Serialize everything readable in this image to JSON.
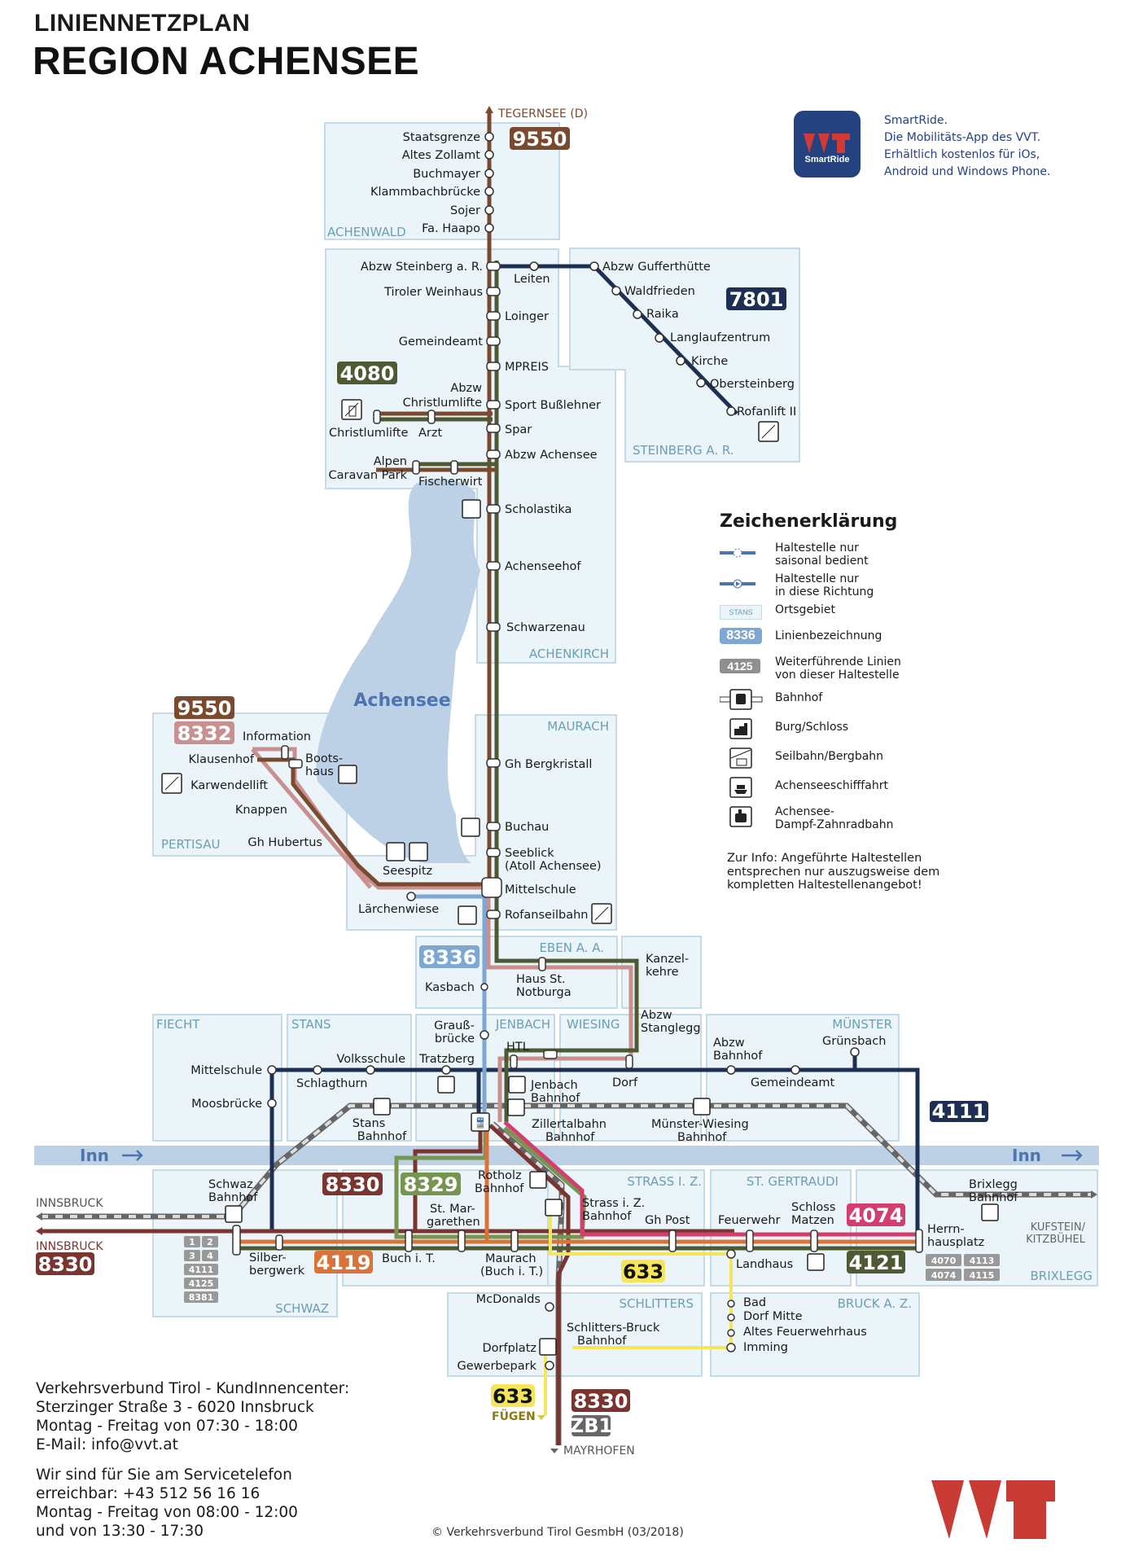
{
  "header": {
    "title_line1": "LINIENNETZPLAN",
    "title_line2": "REGION ACHENSEE"
  },
  "app_promo": {
    "icon_label": "SmartRide",
    "lines": [
      "SmartRide.",
      "Die Mobilitäts-App des VVT.",
      "Erhältlich kostenlos für iOs,",
      "Android und Windows Phone."
    ]
  },
  "colors": {
    "line_9550": "#7a4a2e",
    "line_8332": "#c99090",
    "line_4080": "#4e5a34",
    "line_7801": "#1d2f52",
    "line_8336": "#7fa7d4",
    "line_8330": "#7a3530",
    "line_8329": "#76954e",
    "line_4119": "#d9733a",
    "line_4074": "#d23f6e",
    "line_4121": "#4e5a34",
    "line_4111": "#1d2f52",
    "line_633": "#f5e55a",
    "rail": "#777777",
    "area_fill": "#eaf4f9",
    "area_border": "#c3dbe9",
    "area_label": "#6a9fb5",
    "lake": "#bcd1e6",
    "brand_red": "#c83a34",
    "app_blue": "#23427f"
  },
  "destinations": {
    "tegernsee": "TEGERNSEE (D)",
    "innsbruck_rail": "INNSBRUCK",
    "innsbruck_bus": "INNSBRUCK",
    "kufstein": "KUFSTEIN/",
    "kitzbuehel": "KITZBÜHEL",
    "mayrhofen": "MAYRHOFEN",
    "fuegen": "FÜGEN"
  },
  "river": {
    "name": "Inn"
  },
  "lake": {
    "name": "Achensee"
  },
  "areas": [
    "ACHENWALD",
    "STEINBERG A. R.",
    "ACHENKIRCH",
    "MAURACH",
    "PERTISAU",
    "EBEN A. A.",
    "FIECHT",
    "STANS",
    "JENBACH",
    "WIESING",
    "MÜNSTER",
    "SCHWAZ",
    "STRASS I. Z.",
    "ST. GERTRAUDI",
    "BRIXLEGG",
    "SCHLITTERS",
    "BRUCK A. Z."
  ],
  "line_badges": [
    "9550",
    "7801",
    "4080",
    "9550",
    "8332",
    "8336",
    "4111",
    "8330",
    "8329",
    "4119",
    "633",
    "4074",
    "4121",
    "8330",
    "633",
    "8330",
    "ZB1"
  ],
  "stops": {
    "achenwald": [
      "Staatsgrenze",
      "Altes Zollamt",
      "Buchmayer",
      "Klammbachbrücke",
      "Sojer",
      "Fa. Haapo"
    ],
    "trunk": [
      "Abzw Steinberg a. R.",
      "Tiroler Weinhaus",
      "Loinger",
      "Gemeindeamt",
      "MPREIS",
      "Abzw",
      "Christlumlifte",
      "Sport Bußlehner",
      "Spar",
      "Abzw Achensee",
      "Scholastika",
      "Achenseehof",
      "Schwarzenau"
    ],
    "branch_4080": [
      "Christlumlifte",
      "Arzt",
      "Alpen",
      "Caravan Park",
      "Fischerwirt"
    ],
    "steinberg": [
      "Leiten",
      "Abzw Gufferthütte",
      "Waldfrieden",
      "Raika",
      "Langlaufzentrum",
      "Kirche",
      "Obersteinberg",
      "Rofanlift II"
    ],
    "pertisau": [
      "Information",
      "Klausenhof",
      "Boots-",
      "haus",
      "Karwendellift",
      "Knappen",
      "Gh Hubertus",
      "Seespitz",
      "Lärchenwiese"
    ],
    "maurach": [
      "Gh Bergkristall",
      "Buchau",
      "Seeblick",
      "(Atoll Achensee)",
      "Mittelschule",
      "Rofanseilbahn"
    ],
    "eben": [
      "Kasbach",
      "Haus St.",
      "Notburga",
      "Kanzel-",
      "kehre",
      "Abzw",
      "Stanglegg"
    ],
    "jenbach": [
      "Grauß-",
      "brücke",
      "HTL",
      "Tratzberg",
      "Dorf",
      "Jenbach",
      "Bahnhof",
      "Zillertalbahn",
      "Bahnhof"
    ],
    "fiecht_stans": [
      "Mittelschule",
      "Moosbrücke",
      "Volksschule",
      "Schlagthurn",
      "Stans",
      "Bahnhof"
    ],
    "muenster": [
      "Abzw",
      "Bahnhof",
      "Grünsbach",
      "Gemeindeamt",
      "Münster-Wiesing",
      "Bahnhof"
    ],
    "schwaz": [
      "Schwaz",
      "Bahnhof",
      "Silber-",
      "bergwerk",
      "Buch i. T.",
      "St. Mar-",
      "garethen",
      "Maurach",
      "(Buch i. T.)"
    ],
    "strass": [
      "Rotholz",
      "Bahnhof",
      "Strass i. Z.",
      "Bahnhof",
      "Gh Post"
    ],
    "gertraudi": [
      "Feuerwehr",
      "Schloss",
      "Matzen",
      "Landhaus"
    ],
    "brixlegg": [
      "Brixlegg",
      "Bahnhof",
      "Herrn-",
      "hausplatz"
    ],
    "schlitters": [
      "McDonalds",
      "Schlitters-Bruck",
      "Bahnhof",
      "Dorfplatz",
      "Gewerbepark"
    ],
    "bruck": [
      "Bad",
      "Dorf Mitte",
      "Altes Feuerwehrhaus",
      "Imming"
    ]
  },
  "connections": {
    "schwaz": [
      "1",
      "2",
      "3",
      "4",
      "4111",
      "4125",
      "8381"
    ],
    "herrnhausplatz": [
      "4070",
      "4113",
      "4074",
      "4115"
    ]
  },
  "legend": {
    "title": "Zeichenerklärung",
    "items": [
      {
        "symbol": "seasonal-stop",
        "label": "Haltestelle nur\nsaisonal bedient"
      },
      {
        "symbol": "one-direction-stop",
        "label": "Haltestelle nur\nin diese Richtung"
      },
      {
        "symbol": "area",
        "badge": "STANS",
        "label": "Ortsgebiet"
      },
      {
        "symbol": "line-badge",
        "badge": "8336",
        "label": "Linienbezeichnung"
      },
      {
        "symbol": "connection-badge",
        "badge": "4125",
        "label": "Weiterführende Linien\nvon dieser Haltestelle"
      },
      {
        "symbol": "train-station",
        "label": "Bahnhof"
      },
      {
        "symbol": "castle",
        "label": "Burg/Schloss"
      },
      {
        "symbol": "cable-car",
        "label": "Seilbahn/Bergbahn"
      },
      {
        "symbol": "ship",
        "label": "Achenseeschifffahrt"
      },
      {
        "symbol": "steam-train",
        "label": "Achensee-\nDampf-Zahnradbahn"
      }
    ],
    "note": "Zur Info: Angeführte Haltestellen entsprechen nur auszugsweise dem kompletten Haltestellenangebot!"
  },
  "contact": {
    "center": [
      "Verkehrsverbund Tirol - KundInnencenter:",
      "Sterzinger Straße 3 - 6020 Innsbruck",
      "Montag - Freitag von 07:30 - 18:00",
      "E-Mail: info@vvt.at"
    ],
    "phone": [
      "Wir sind für Sie am Servicetelefon",
      "erreichbar: +43 512 56 16 16",
      "Montag - Freitag von 08:00 - 12:00",
      "und von 13:30 - 17:30"
    ]
  },
  "footer": {
    "copyright": "© Verkehrsverbund Tirol GesmbH (03/2018)"
  }
}
